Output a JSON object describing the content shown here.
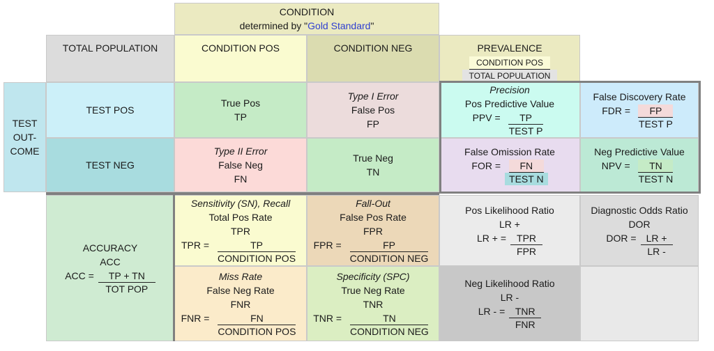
{
  "colors": {
    "condition_header": "#ebeac1",
    "total_population": "#dcdcdc",
    "cond_pos": "#fafbd0",
    "cond_neg": "#dbdcb0",
    "prevalence": "#ebeac1",
    "test_outcome": "#bfe6ee",
    "test_pos": "#ccf0f9",
    "test_neg": "#a8dcdf",
    "true_pos": "#c5ebc6",
    "false_pos": "#ecdcdc",
    "false_neg": "#fcdad8",
    "true_neg": "#c5ebc6",
    "ppv": "#cbfbf0",
    "fdr": "#cdebfb",
    "for": "#e8dcef",
    "npv": "#bce9d5",
    "accuracy": "#cfebd2",
    "tpr": "#fafbd0",
    "fpr": "#ecd8b8",
    "fnr": "#fbebca",
    "tnr": "#dbeec2",
    "plr": "#ebebeb",
    "dor": "#dcdcdc",
    "nlr": "#c8c8c8",
    "empty": "#e9e9e9",
    "border_thick": "#808080",
    "link": "#2f3fd0"
  },
  "header": {
    "condition": "CONDITION",
    "determined_by_prefix": "determined by \"",
    "gold_standard": "Gold Standard",
    "determined_by_suffix": "\""
  },
  "columns": {
    "total_population": "TOTAL POPULATION",
    "condition_pos": "CONDITION POS",
    "condition_neg": "CONDITION NEG",
    "prevalence": {
      "title": "PREVALENCE",
      "num": "CONDITION POS",
      "den": "TOTAL POPULATION"
    }
  },
  "test_outcome": [
    "TEST",
    "OUT-",
    "COME"
  ],
  "rows": {
    "test_pos": "TEST POS",
    "test_neg": "TEST NEG"
  },
  "cells": {
    "true_pos": {
      "name": "True Pos",
      "abbr": "TP"
    },
    "false_pos": {
      "label": "Type I Error",
      "name": "False Pos",
      "abbr": "FP"
    },
    "false_neg": {
      "label": "Type II Error",
      "name": "False Neg",
      "abbr": "FN"
    },
    "true_neg": {
      "name": "True Neg",
      "abbr": "TN"
    }
  },
  "ppv": {
    "label": "Precision",
    "name": "Pos Predictive Value",
    "lhs": "PPV =",
    "num": "TP",
    "den": "TEST P"
  },
  "fdr": {
    "name": "False Discovery Rate",
    "lhs": "FDR =",
    "num": "FP",
    "den": "TEST P"
  },
  "for": {
    "name": "False Omission Rate",
    "lhs": "FOR =",
    "num": "FN",
    "den": "TEST N"
  },
  "npv": {
    "name": "Neg Predictive Value",
    "lhs": "NPV =",
    "num": "TN",
    "den": "TEST N"
  },
  "accuracy": {
    "title": "ACCURACY",
    "abbr": "ACC",
    "lhs": "ACC =",
    "num": "TP + TN",
    "den": "TOT POP"
  },
  "tpr": {
    "label": "Sensitivity (SN), Recall",
    "name": "Total Pos Rate",
    "abbr": "TPR",
    "lhs": "TPR =",
    "num": "TP",
    "den": "CONDITION POS"
  },
  "fpr": {
    "label": "Fall-Out",
    "name": "False Pos Rate",
    "abbr": "FPR",
    "lhs": "FPR =",
    "num": "FP",
    "den": "CONDITION NEG"
  },
  "fnr": {
    "label": "Miss Rate",
    "name": "False Neg Rate",
    "abbr": "FNR",
    "lhs": "FNR =",
    "num": "FN",
    "den": "CONDITION POS"
  },
  "tnr": {
    "label": "Specificity (SPC)",
    "name": "True Neg Rate",
    "abbr": "TNR",
    "lhs": "TNR =",
    "num": "TN",
    "den": "CONDITION NEG"
  },
  "plr": {
    "name": "Pos Likelihood Ratio",
    "abbr": "LR +",
    "lhs": "LR +  =",
    "num": "TPR",
    "den": "FPR"
  },
  "dor": {
    "name": "Diagnostic Odds Ratio",
    "abbr": "DOR",
    "lhs": "DOR =",
    "num": "LR +",
    "den": "LR -"
  },
  "nlr": {
    "name": "Neg Likelihood Ratio",
    "abbr": "LR -",
    "lhs": "LR -  =",
    "num": "TNR",
    "den": "FNR"
  }
}
